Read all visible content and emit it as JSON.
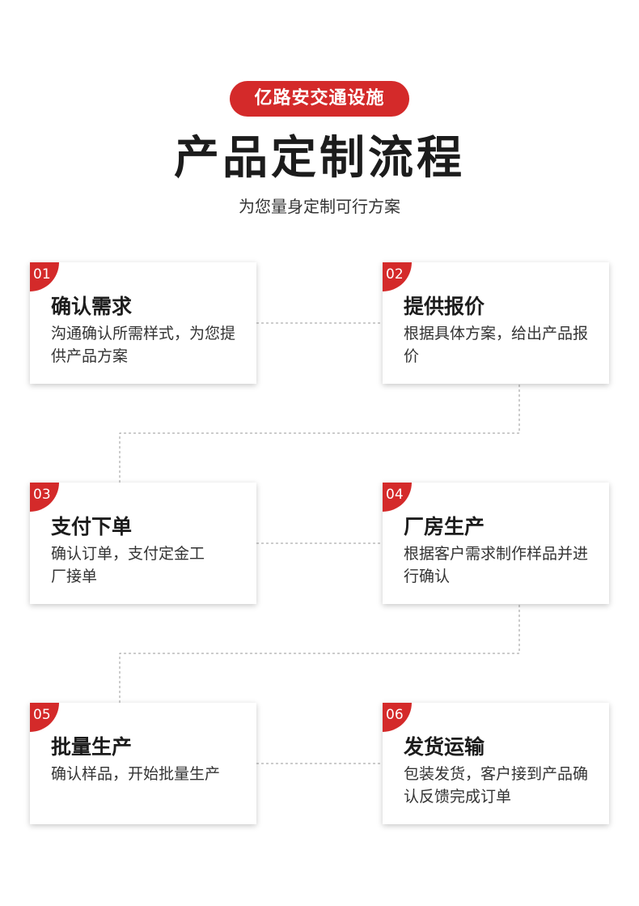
{
  "header": {
    "brand": "亿路安交通设施",
    "title": "产品定制流程",
    "subtitle": "为您量身定制可行方案"
  },
  "steps": [
    {
      "num": "01",
      "title": "确认需求",
      "desc": "沟通确认所需样式，为您提供产品方案"
    },
    {
      "num": "02",
      "title": "提供报价",
      "desc": "根据具体方案，给出产品报价"
    },
    {
      "num": "03",
      "title": "支付下单",
      "desc": "确认订单，支付定金工厂接单"
    },
    {
      "num": "04",
      "title": "厂房生产",
      "desc": "根据客户需求制作样品并进行确认"
    },
    {
      "num": "05",
      "title": "批量生产",
      "desc": "确认样品，开始批量生产"
    },
    {
      "num": "06",
      "title": "发货运输",
      "desc": "包装发货，客户接到产品确认反馈完成订单"
    }
  ],
  "colors": {
    "accent": "#d42a2a",
    "connector": "#9a9a9a"
  }
}
